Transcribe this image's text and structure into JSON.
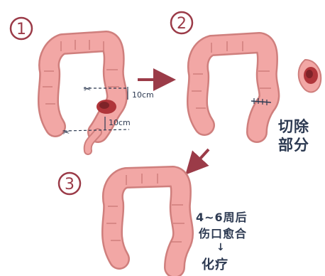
{
  "steps": [
    "1",
    "2",
    "3"
  ],
  "measure_top": "10cm",
  "measure_bottom": "10cm",
  "cut_text_line1": "切除",
  "cut_text_line2": "部分",
  "heal_line1": "4~6周后",
  "heal_line2": "伤口愈合",
  "heal_arrow": "↓",
  "heal_line3": "化疗",
  "colors": {
    "colon_fill": "#f2a7a5",
    "colon_outline": "#cf7f7d",
    "tumor": "#b0353a",
    "tumor_dark": "#7e2328",
    "arrow": "#9b3b48",
    "ink": "#2d3a52"
  }
}
